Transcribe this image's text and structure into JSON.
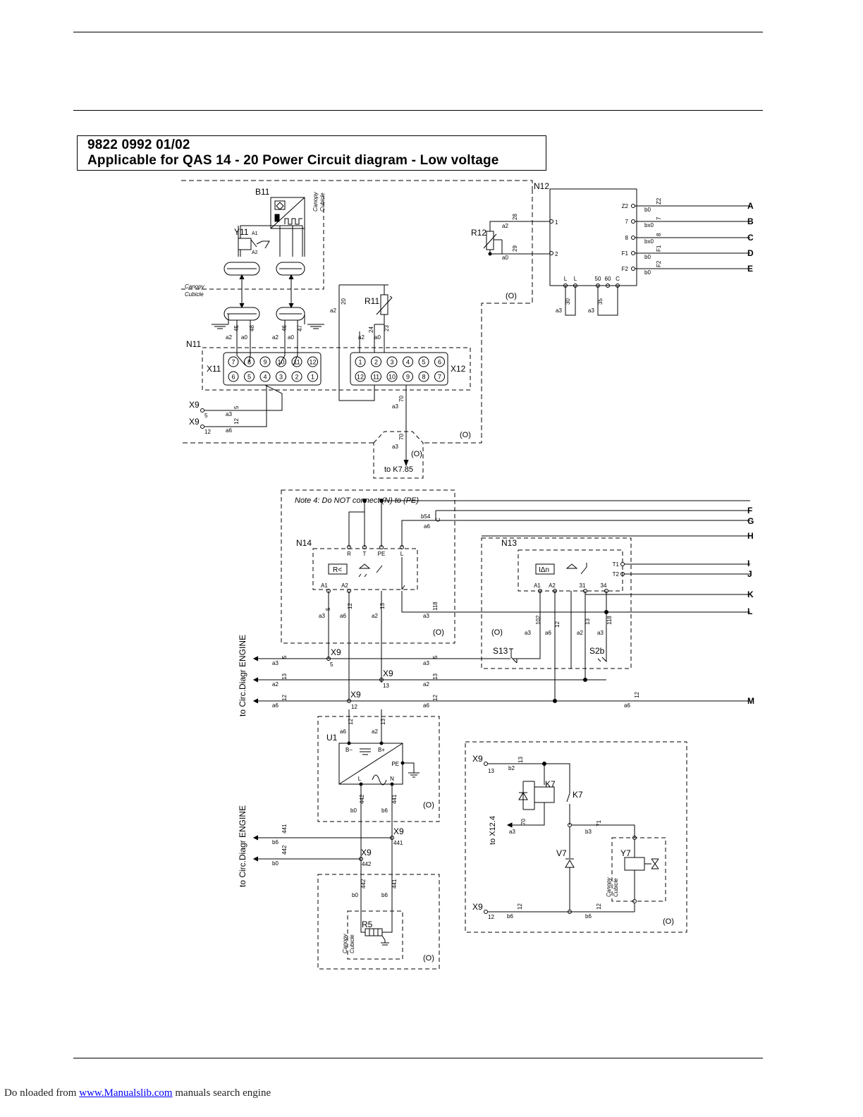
{
  "title": {
    "code": "9822 0992 01/02",
    "subtitle": "Applicable for QAS 14 - 20 Power Circuit diagram - Low voltage"
  },
  "footer": {
    "prefix": "Do   nloaded from",
    "link": "www.Manualslib.com",
    "suffix": "manuals search engine"
  },
  "diagram": {
    "components": {
      "b11": "B11",
      "y11": "Y11",
      "n11": "N11",
      "x11": "X11",
      "x12": "X12",
      "r11": "R11",
      "r12": "R12",
      "n12": "N12",
      "n14": "N14",
      "n13": "N13",
      "u1": "U1",
      "r5": "R5",
      "k7_coil": "K7",
      "k7_contact": "K7",
      "v7": "V7",
      "y7": "Y7",
      "s13": "S13",
      "s2b": "S2b"
    },
    "note": "Note 4: Do NOT connect (N) to (PE)",
    "canopy": "Canopy",
    "cubicle": "Cubicle",
    "optional": "(O)",
    "to_k785": "to K7.85",
    "to_x124": "to X12.4",
    "to_engine": "to Circ.Diagr ENGINE",
    "right_letters": [
      "A",
      "B",
      "C",
      "D",
      "E",
      "F",
      "G",
      "H",
      "I",
      "J",
      "K",
      "L",
      "M"
    ],
    "n12_left": [
      "Z2",
      "7",
      "8",
      "F1",
      "F2"
    ],
    "n12_bottom": [
      "L",
      "L",
      "50",
      "60",
      "C"
    ],
    "n12_inputs": [
      "1",
      "2"
    ],
    "n14_terms": [
      "R",
      "T",
      "PE",
      "L",
      "A1",
      "A2"
    ],
    "n14_symbol": "R<",
    "n13_terms": [
      "A1",
      "A2",
      "31",
      "34",
      "T1",
      "T2"
    ],
    "n13_symbol": "IΔn",
    "u1_terms": [
      "B−",
      "B+",
      "PE",
      "L",
      "N"
    ],
    "x11_top": [
      "7",
      "8",
      "9",
      "10",
      "11",
      "12"
    ],
    "x11_bottom": [
      "6",
      "5",
      "4",
      "3",
      "2",
      "1"
    ],
    "x12_top": [
      "1",
      "2",
      "3",
      "4",
      "5",
      "6"
    ],
    "x12_bottom": [
      "12",
      "11",
      "10",
      "9",
      "8",
      "7"
    ],
    "wires": {
      "a2": "a2",
      "a0": "a0",
      "a3": "a3",
      "a6": "a6",
      "b0": "b0",
      "b6": "b6",
      "b2": "b2",
      "b3": "b3",
      "bx0": "bx0",
      "b54": "b54",
      "n45": "45",
      "n48": "48",
      "n46": "46",
      "n47": "47",
      "n20": "20",
      "n24": "24",
      "n23": "23",
      "n28": "28",
      "n29": "29",
      "n30": "30",
      "n35": "35",
      "n70": "70",
      "n5": "5",
      "n12": "12",
      "n13": "13",
      "n118": "118",
      "n102": "102",
      "n441": "441",
      "n442": "442",
      "n71": "71",
      "n7": "7",
      "n8": "8",
      "z2": "Z2",
      "f1": "F1",
      "f2": "F2",
      "c": "C",
      "x9": "X9"
    }
  }
}
